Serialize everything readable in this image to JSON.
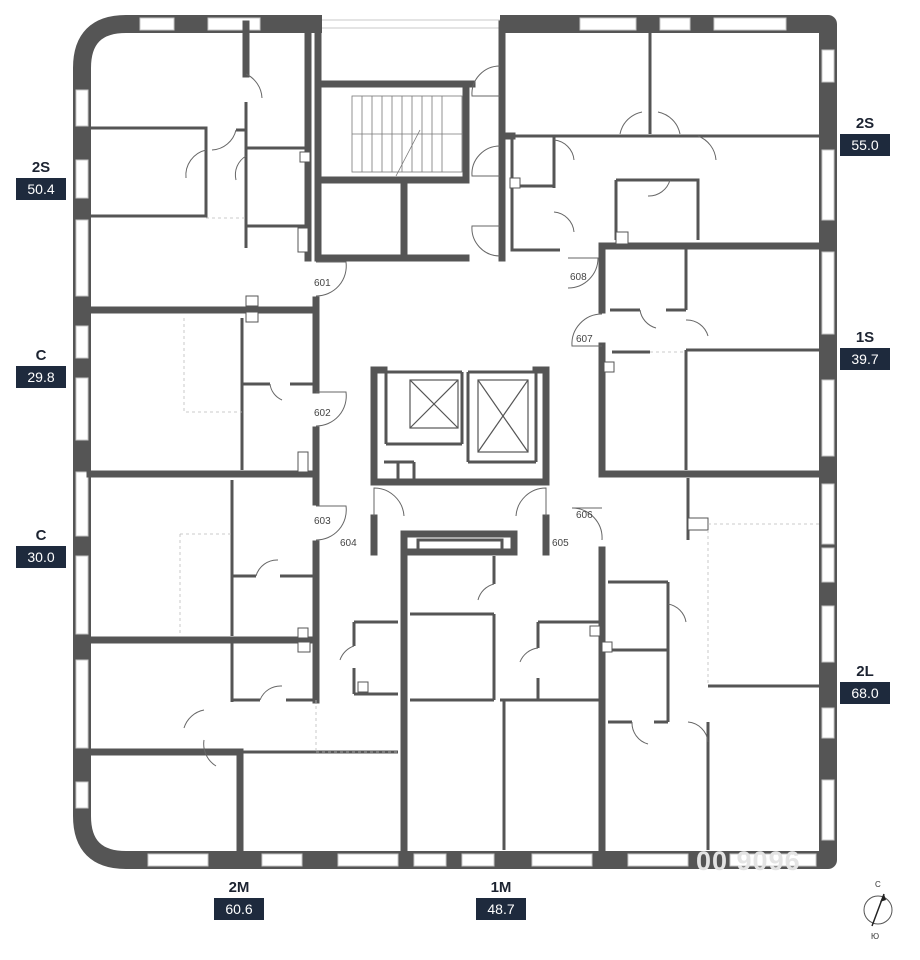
{
  "apartments": [
    {
      "id": "a1",
      "type": "2S",
      "area": "50.4"
    },
    {
      "id": "a2",
      "type": "2S",
      "area": "55.0"
    },
    {
      "id": "a3",
      "type": "C",
      "area": "29.8"
    },
    {
      "id": "a4",
      "type": "1S",
      "area": "39.7"
    },
    {
      "id": "a5",
      "type": "C",
      "area": "30.0"
    },
    {
      "id": "a6",
      "type": "2L",
      "area": "68.0"
    },
    {
      "id": "a7",
      "type": "2M",
      "area": "60.6"
    },
    {
      "id": "a8",
      "type": "1M",
      "area": "48.7"
    }
  ],
  "doors": [
    "601",
    "602",
    "603",
    "604",
    "605",
    "606",
    "607",
    "608"
  ],
  "watermark": "00 9096",
  "compass": {
    "north": "С",
    "south": "Ю"
  },
  "colors": {
    "wall": "#555555",
    "label_bg": "#1e2a3d",
    "window": "#d8d8d8"
  }
}
